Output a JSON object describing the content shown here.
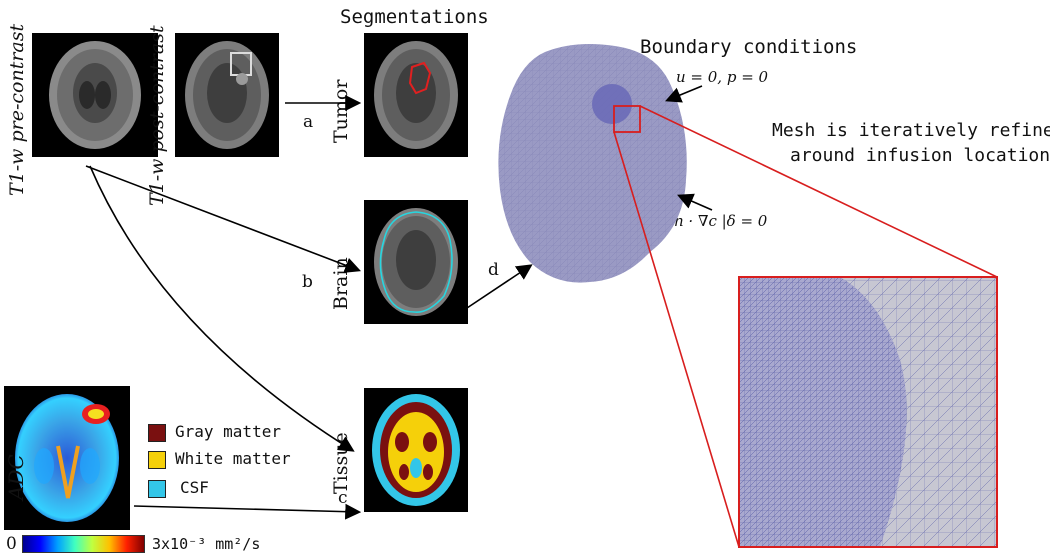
{
  "labels": {
    "pre_contrast": "T1-w pre-contrast",
    "post_contrast": "T1-w post-contrast",
    "segmentations": "Segmentations",
    "tumor": "Tumor",
    "brain": "Brain",
    "tissue": "Tissue",
    "adc": "ADC",
    "boundary_conditions": "Boundary conditions",
    "mesh_note_line1": "Mesh is iteratively refined",
    "mesh_note_line2": "around infusion location.",
    "bc_top": "u = 0, p = 0",
    "bc_bottom": "n · ∇c |δ = 0",
    "arrow_a": "a",
    "arrow_b": "b",
    "arrow_c": "c",
    "arrow_d": "d"
  },
  "legend": [
    {
      "label": "Gray matter",
      "color": "#7a1010"
    },
    {
      "label": "White matter",
      "color": "#f5d00a"
    },
    {
      "label": "CSF",
      "color": "#33c6e8"
    }
  ],
  "colorbar": {
    "min_label": "0",
    "max_label": "3x10⁻³ mm²/s"
  },
  "colors": {
    "tumor_outline": "#e02020",
    "brain_outline": "#27d6e0",
    "mesh_fill": "#9a9ac4",
    "mesh_line": "#6b6fb0",
    "zoom_box": "#d81e1e",
    "infusion": "#6c6cb8"
  }
}
